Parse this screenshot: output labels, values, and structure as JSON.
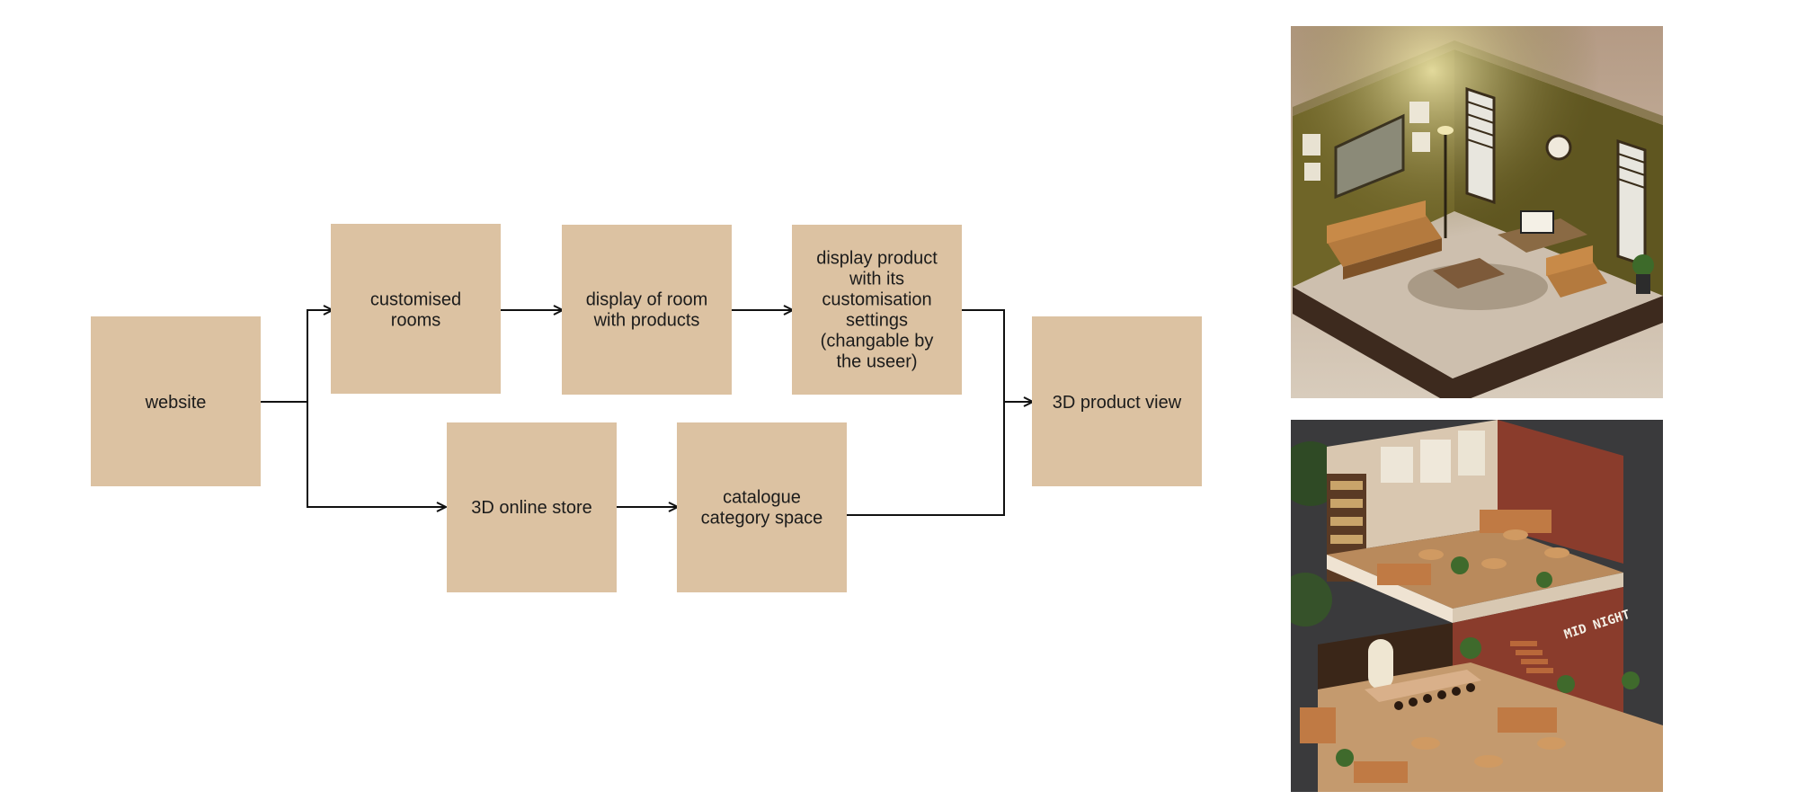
{
  "colors": {
    "node_fill": "#dcc2a2",
    "edge": "#111111",
    "background": "#ffffff"
  },
  "nodes": {
    "website": [
      "website"
    ],
    "customised_rooms": [
      "customised",
      "rooms"
    ],
    "display_room": [
      "display of room",
      "with products"
    ],
    "display_product": [
      "display product",
      "with its",
      "customisation",
      "settings",
      "(changable by",
      "the useer)"
    ],
    "product_view": [
      "3D product view"
    ],
    "online_store": [
      "3D online store"
    ],
    "catalogue": [
      "catalogue",
      "category space"
    ]
  },
  "images": {
    "living_room": "isometric living room render",
    "cafe": "isometric two-storey cafe render",
    "cafe_sign": "MID NIGHT"
  }
}
